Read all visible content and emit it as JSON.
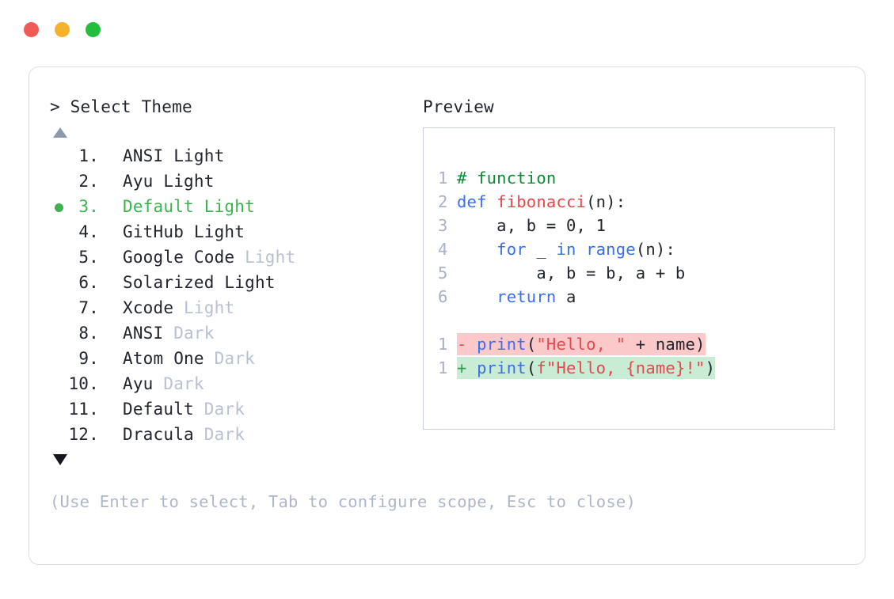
{
  "window": {
    "traffic_lights": [
      {
        "name": "close",
        "color": "#f15b56"
      },
      {
        "name": "minimize",
        "color": "#f5b32b"
      },
      {
        "name": "maximize",
        "color": "#24bd3e"
      }
    ]
  },
  "header": {
    "prompt": "> Select Theme",
    "preview_label": "Preview"
  },
  "scroll": {
    "up_indicator": "▲",
    "down_indicator": "▼"
  },
  "theme_list": {
    "selected_index": 3,
    "selection_marker": "●",
    "items": [
      {
        "num": "1.",
        "name": "ANSI Light",
        "variant": "",
        "selected": false
      },
      {
        "num": "2.",
        "name": "Ayu Light",
        "variant": "",
        "selected": false
      },
      {
        "num": "3.",
        "name": "Default Light",
        "variant": "",
        "selected": true
      },
      {
        "num": "4.",
        "name": "GitHub Light",
        "variant": "",
        "selected": false
      },
      {
        "num": "5.",
        "name": "Google Code",
        "variant": "Light",
        "selected": false
      },
      {
        "num": "6.",
        "name": "Solarized Light",
        "variant": "",
        "selected": false
      },
      {
        "num": "7.",
        "name": "Xcode",
        "variant": "Light",
        "selected": false
      },
      {
        "num": "8.",
        "name": "ANSI",
        "variant": "Dark",
        "selected": false
      },
      {
        "num": "9.",
        "name": "Atom One",
        "variant": "Dark",
        "selected": false
      },
      {
        "num": "10.",
        "name": "Ayu",
        "variant": "Dark",
        "selected": false
      },
      {
        "num": "11.",
        "name": "Default",
        "variant": "Dark",
        "selected": false
      },
      {
        "num": "12.",
        "name": "Dracula",
        "variant": "Dark",
        "selected": false
      }
    ]
  },
  "footer": {
    "hint": "(Use Enter to select, Tab to configure scope, Esc to close)"
  },
  "preview": {
    "code_lines": [
      {
        "n": "1",
        "tokens": [
          {
            "t": "# function",
            "c": "com"
          }
        ]
      },
      {
        "n": "2",
        "tokens": [
          {
            "t": "def ",
            "c": "kw"
          },
          {
            "t": "fibonacci",
            "c": "fn"
          },
          {
            "t": "(n):",
            "c": "txt"
          }
        ]
      },
      {
        "n": "3",
        "tokens": [
          {
            "t": "    a, b = 0, 1",
            "c": "txt"
          }
        ]
      },
      {
        "n": "4",
        "tokens": [
          {
            "t": "    ",
            "c": "txt"
          },
          {
            "t": "for",
            "c": "kw"
          },
          {
            "t": " _ ",
            "c": "txt"
          },
          {
            "t": "in",
            "c": "kw"
          },
          {
            "t": " ",
            "c": "txt"
          },
          {
            "t": "range",
            "c": "bi"
          },
          {
            "t": "(n):",
            "c": "txt"
          }
        ]
      },
      {
        "n": "5",
        "tokens": [
          {
            "t": "        a, b = b, a + b",
            "c": "txt"
          }
        ]
      },
      {
        "n": "6",
        "tokens": [
          {
            "t": "    ",
            "c": "txt"
          },
          {
            "t": "return",
            "c": "kw"
          },
          {
            "t": " a",
            "c": "txt"
          }
        ]
      }
    ],
    "diff_lines": [
      {
        "n": "1",
        "kind": "del",
        "sign": "-",
        "tokens": [
          {
            "t": "print",
            "c": "bi"
          },
          {
            "t": "(",
            "c": "txt"
          },
          {
            "t": "\"Hello, \"",
            "c": "str"
          },
          {
            "t": " + name)",
            "c": "txt"
          }
        ]
      },
      {
        "n": "1",
        "kind": "add",
        "sign": "+",
        "tokens": [
          {
            "t": "print",
            "c": "bi"
          },
          {
            "t": "(",
            "c": "txt"
          },
          {
            "t": "f\"Hello, {name}!\"",
            "c": "str"
          },
          {
            "t": ")",
            "c": "txt"
          }
        ]
      }
    ]
  },
  "colors": {
    "selected_green": "#3cb34e",
    "dim_gray": "#b9c1d1",
    "hint_gray": "#aeb6ca",
    "diff_del_bg": "#fbc9c9",
    "diff_add_bg": "#c8ecd4",
    "card_border": "#dadde5",
    "preview_border": "#ccd2e1"
  }
}
